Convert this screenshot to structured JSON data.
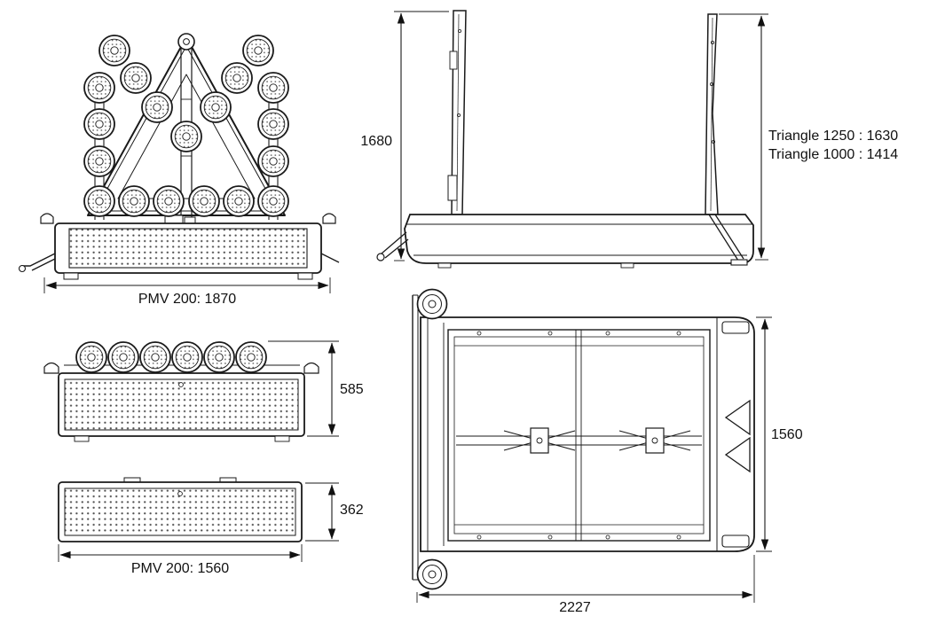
{
  "style": {
    "background": "#ffffff",
    "line_color": "#1a1a1a",
    "text_color": "#111111"
  },
  "views": {
    "front_raised": {
      "width_dim": "PMV 200: 1870"
    },
    "side": {
      "height_dim": "1680",
      "notes": [
        "Triangle 1250 : 1630",
        "Triangle 1000 : 1414"
      ]
    },
    "front_folded": {
      "height_dim": "585"
    },
    "panel": {
      "height_dim": "362",
      "width_dim": "PMV 200: 1560"
    },
    "top": {
      "height_dim": "1560",
      "length_dim": "2227"
    }
  }
}
